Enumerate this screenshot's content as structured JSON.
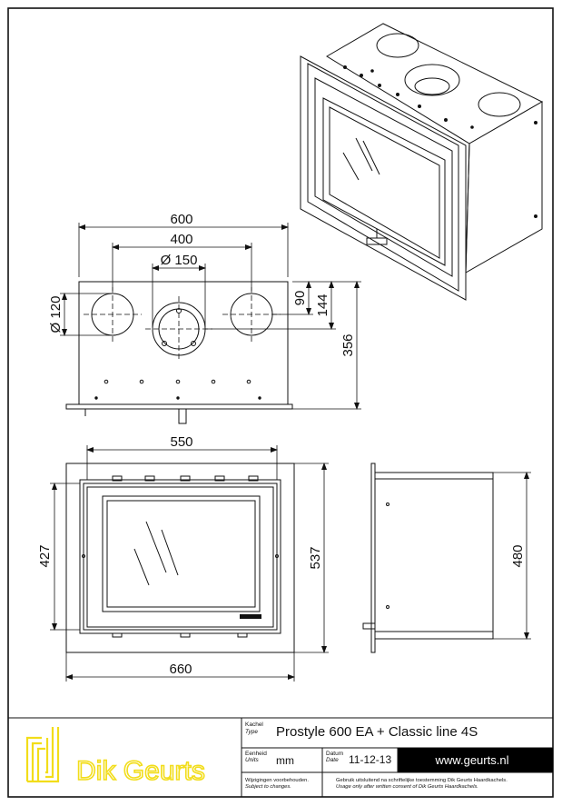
{
  "dimensions": {
    "top_width": "600",
    "top_spacing": "400",
    "top_flue": "Ø 150",
    "top_hole": "Ø 120",
    "top_offset_90": "90",
    "top_offset_144": "144",
    "top_depth": "356",
    "front_inner_width": "550",
    "front_inner_height": "427",
    "front_outer_height": "537",
    "front_outer_width": "660",
    "side_height": "480"
  },
  "title_block": {
    "brand": "Dik Geurts",
    "type_label": "Kachel",
    "type_label_en": "Type",
    "type_value": "Prostyle 600 EA + Classic line 4S",
    "units_label": "Eenheid",
    "units_label_en": "Units",
    "units_value": "mm",
    "date_label": "Datum",
    "date_label_en": "Date",
    "date_value": "11-12-13",
    "website": "www.geurts.nl",
    "changes_nl": "Wijzigingen voorbehouden.",
    "changes_en": "Subject to changes.",
    "copyright_nl": "Gebruik uitsluitend na schriftelijke toestemming Dik Geurts Haardkachels.",
    "copyright_en": "Usage only after written consent of Dik Geurts Haardkachels."
  },
  "colors": {
    "line": "#111111",
    "brand_yellow": "#f2dd1a",
    "banner_bg": "#000000",
    "banner_text": "#ffffff"
  }
}
